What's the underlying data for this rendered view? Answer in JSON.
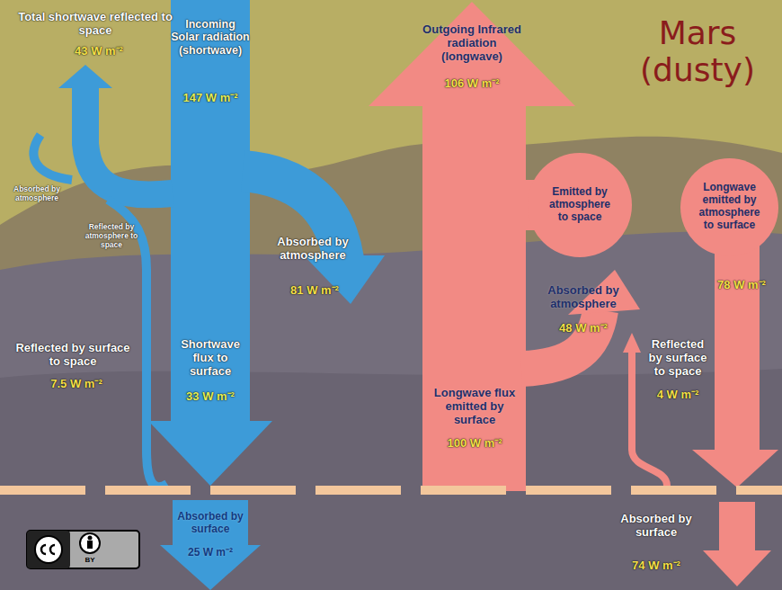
{
  "diagram": {
    "title": "Mars (dusty)",
    "nodes": [
      {
        "text": [
          "Emitted by atmosphere to space"
        ]
      },
      {
        "text": [
          "Longwave emitted by atmosphere to surface"
        ]
      }
    ],
    "labels": [
      "Total shortwave reflected to space",
      "43 W m⁻²",
      "Incoming Solar radiation (shortwave)",
      "147 W m⁻²",
      "Absorbed by atmosphere",
      "Reflected by atmosphere to space",
      "Absorbed by atmosphere",
      "81 W m⁻²",
      "Reflected by surface to space",
      "7.5 W m⁻²",
      "Shortwave flux to surface",
      "33 W m⁻²",
      "Absorbed by surface",
      "25 W m⁻²",
      "Outgoing Infrared radiation (longwave)",
      "106 W m⁻²",
      "Absorbed by atmosphere",
      "48 W m⁻²",
      "78 W m⁻²",
      "Reflected by surface to space",
      "4 W m⁻²",
      "Longwave flux emitted by surface",
      "100 W m⁻²",
      "Absorbed by surface",
      "74 W m⁻²",
      "BY"
    ]
  }
}
